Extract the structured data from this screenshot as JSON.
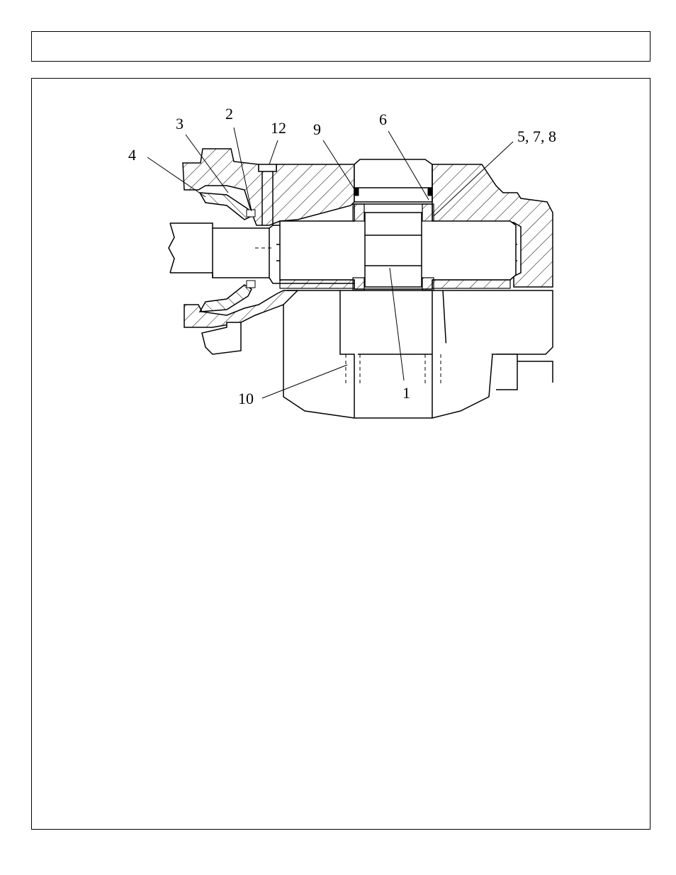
{
  "header": {
    "text": ""
  },
  "diagram": {
    "callouts": {
      "c1": "1",
      "c2": "2",
      "c3": "3",
      "c4": "4",
      "c578": "5, 7, 8",
      "c6": "6",
      "c9": "9",
      "c10": "10",
      "c12": "12"
    }
  }
}
